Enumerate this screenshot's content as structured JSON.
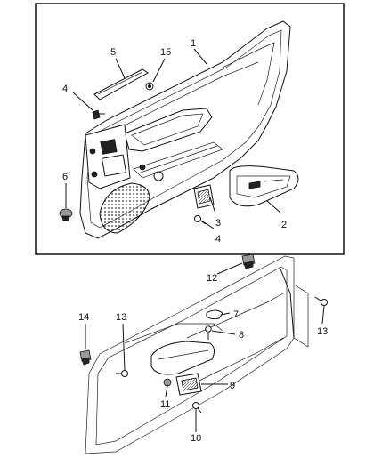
{
  "callouts_top": {
    "c1": "1",
    "c2": "2",
    "c3": "3",
    "c4a": "4",
    "c4b": "4",
    "c5": "5",
    "c6": "6",
    "c15": "15"
  },
  "callouts_bottom": {
    "c7": "7",
    "c8": "8",
    "c9": "9",
    "c10": "10",
    "c11": "11",
    "c12": "12",
    "c13a": "13",
    "c13b": "13",
    "c14": "14"
  }
}
